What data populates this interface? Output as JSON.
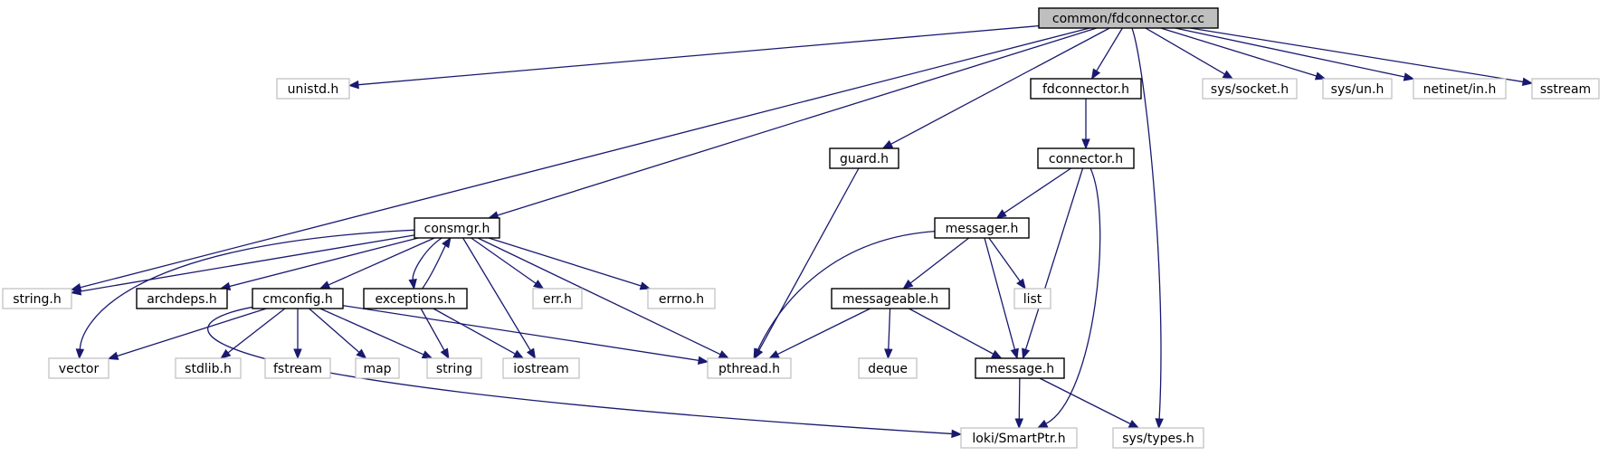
{
  "graph": {
    "colors": {
      "edge": "#191970",
      "root_fill": "#bfbfbf",
      "documented_border": "#000000",
      "external_border": "#bfbfbf"
    },
    "nodes": [
      {
        "id": "root",
        "label": "common/fdconnector.cc",
        "kind": "root"
      },
      {
        "id": "unistd",
        "label": "unistd.h",
        "kind": "external"
      },
      {
        "id": "fdconnector",
        "label": "fdconnector.h",
        "kind": "documented"
      },
      {
        "id": "syssocket",
        "label": "sys/socket.h",
        "kind": "external"
      },
      {
        "id": "sysun",
        "label": "sys/un.h",
        "kind": "external"
      },
      {
        "id": "netinet",
        "label": "netinet/in.h",
        "kind": "external"
      },
      {
        "id": "sstream",
        "label": "sstream",
        "kind": "external"
      },
      {
        "id": "guard",
        "label": "guard.h",
        "kind": "documented"
      },
      {
        "id": "connector",
        "label": "connector.h",
        "kind": "documented"
      },
      {
        "id": "consmgr",
        "label": "consmgr.h",
        "kind": "documented"
      },
      {
        "id": "messager",
        "label": "messager.h",
        "kind": "documented"
      },
      {
        "id": "string_h",
        "label": "string.h",
        "kind": "external"
      },
      {
        "id": "archdeps",
        "label": "archdeps.h",
        "kind": "documented"
      },
      {
        "id": "cmconfig",
        "label": "cmconfig.h",
        "kind": "documented"
      },
      {
        "id": "exceptions",
        "label": "exceptions.h",
        "kind": "documented"
      },
      {
        "id": "err",
        "label": "err.h",
        "kind": "external"
      },
      {
        "id": "errno",
        "label": "errno.h",
        "kind": "external"
      },
      {
        "id": "messageable",
        "label": "messageable.h",
        "kind": "documented"
      },
      {
        "id": "list",
        "label": "list",
        "kind": "external"
      },
      {
        "id": "vector",
        "label": "vector",
        "kind": "external"
      },
      {
        "id": "stdlib",
        "label": "stdlib.h",
        "kind": "external"
      },
      {
        "id": "fstream",
        "label": "fstream",
        "kind": "external"
      },
      {
        "id": "map",
        "label": "map",
        "kind": "external"
      },
      {
        "id": "string",
        "label": "string",
        "kind": "external"
      },
      {
        "id": "iostream",
        "label": "iostream",
        "kind": "external"
      },
      {
        "id": "pthread",
        "label": "pthread.h",
        "kind": "external"
      },
      {
        "id": "deque",
        "label": "deque",
        "kind": "external"
      },
      {
        "id": "message",
        "label": "message.h",
        "kind": "documented"
      },
      {
        "id": "loki",
        "label": "loki/SmartPtr.h",
        "kind": "external"
      },
      {
        "id": "systypes",
        "label": "sys/types.h",
        "kind": "external"
      }
    ],
    "edges": [
      [
        "root",
        "unistd"
      ],
      [
        "root",
        "string_h"
      ],
      [
        "root",
        "consmgr"
      ],
      [
        "root",
        "guard"
      ],
      [
        "root",
        "fdconnector"
      ],
      [
        "root",
        "systypes"
      ],
      [
        "root",
        "syssocket"
      ],
      [
        "root",
        "sysun"
      ],
      [
        "root",
        "netinet"
      ],
      [
        "root",
        "sstream"
      ],
      [
        "fdconnector",
        "connector"
      ],
      [
        "guard",
        "pthread"
      ],
      [
        "connector",
        "messager"
      ],
      [
        "connector",
        "message"
      ],
      [
        "connector",
        "loki"
      ],
      [
        "consmgr",
        "string_h"
      ],
      [
        "consmgr",
        "vector"
      ],
      [
        "consmgr",
        "archdeps"
      ],
      [
        "consmgr",
        "cmconfig"
      ],
      [
        "consmgr",
        "exceptions"
      ],
      [
        "consmgr",
        "err"
      ],
      [
        "consmgr",
        "errno"
      ],
      [
        "consmgr",
        "iostream"
      ],
      [
        "consmgr",
        "pthread"
      ],
      [
        "exceptions",
        "consmgr"
      ],
      [
        "exceptions",
        "string"
      ],
      [
        "exceptions",
        "iostream"
      ],
      [
        "cmconfig",
        "vector"
      ],
      [
        "cmconfig",
        "stdlib"
      ],
      [
        "cmconfig",
        "fstream"
      ],
      [
        "cmconfig",
        "map"
      ],
      [
        "cmconfig",
        "string"
      ],
      [
        "cmconfig",
        "pthread"
      ],
      [
        "cmconfig",
        "loki"
      ],
      [
        "messager",
        "pthread"
      ],
      [
        "messager",
        "messageable"
      ],
      [
        "messager",
        "list"
      ],
      [
        "messager",
        "message"
      ],
      [
        "messageable",
        "pthread"
      ],
      [
        "messageable",
        "deque"
      ],
      [
        "messageable",
        "message"
      ],
      [
        "message",
        "loki"
      ],
      [
        "message",
        "systypes"
      ]
    ]
  }
}
